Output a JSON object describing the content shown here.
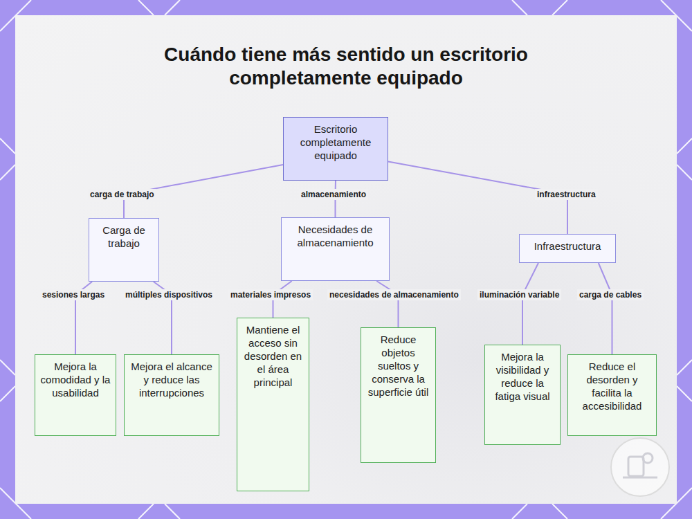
{
  "diagram": {
    "title": "Cuándo tiene más sentido un escritorio completamente equipado",
    "nodes": [
      {
        "text": [
          "Escritorio completamente equipado"
        ]
      },
      {
        "text": [
          "Carga de trabajo"
        ]
      },
      {
        "text": [
          "Necesidades de almacenamiento"
        ]
      },
      {
        "text": [
          "Infraestructura"
        ]
      },
      {
        "text": [
          "Mejora la comodidad y la usabilidad"
        ]
      },
      {
        "text": [
          "Mejora el alcance y reduce las interrupciones"
        ]
      },
      {
        "text": [
          "Mantiene el acceso sin desorden en el área principal"
        ]
      },
      {
        "text": [
          "Reduce objetos sueltos y conserva la superficie útil"
        ]
      },
      {
        "text": [
          "Mejora la visibilidad y reduce la fatiga visual"
        ]
      },
      {
        "text": [
          "Reduce el desorden y facilita la accesibilidad"
        ]
      }
    ],
    "edges": [
      {
        "from": 0,
        "to": 1,
        "label": "carga de trabajo",
        "arrow": "none"
      },
      {
        "from": 0,
        "to": 2,
        "label": "almacenamiento",
        "arrow": "none"
      },
      {
        "from": 0,
        "to": 3,
        "label": "infraestructura",
        "arrow": "none"
      },
      {
        "from": 1,
        "to": 4,
        "label": "sesiones largas",
        "arrow": "none"
      },
      {
        "from": 1,
        "to": 5,
        "label": "múltiples dispositivos",
        "arrow": "none"
      },
      {
        "from": 2,
        "to": 6,
        "label": "materiales impresos",
        "arrow": "none"
      },
      {
        "from": 2,
        "to": 7,
        "label": "necesidades de almacenamiento",
        "arrow": "none"
      },
      {
        "from": 3,
        "to": 8,
        "label": "iluminación variable",
        "arrow": "none"
      },
      {
        "from": 3,
        "to": 9,
        "label": "carga de cables",
        "arrow": "none"
      }
    ]
  }
}
